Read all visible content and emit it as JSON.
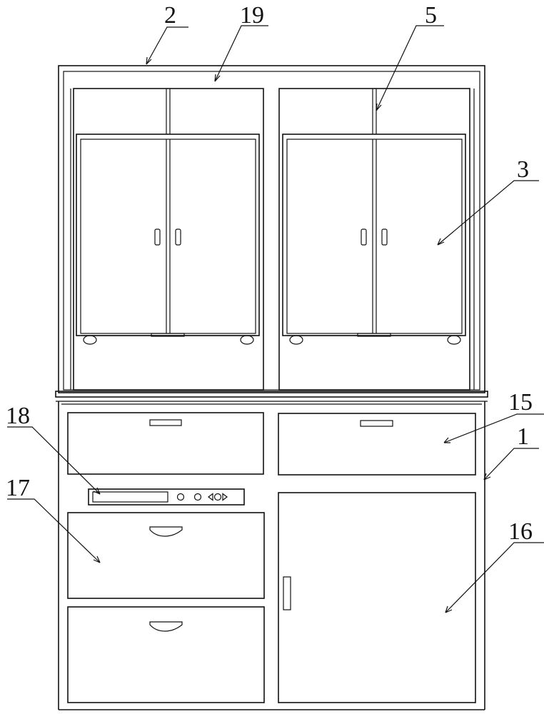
{
  "callouts": [
    {
      "id": "2",
      "text": "2"
    },
    {
      "id": "19",
      "text": "19"
    },
    {
      "id": "5",
      "text": "5"
    },
    {
      "id": "3",
      "text": "3"
    },
    {
      "id": "15",
      "text": "15"
    },
    {
      "id": "18",
      "text": "18"
    },
    {
      "id": "1",
      "text": "1"
    },
    {
      "id": "17",
      "text": "17"
    },
    {
      "id": "16",
      "text": "16"
    }
  ],
  "colors": {
    "line": "#111111",
    "background": "#ffffff"
  }
}
